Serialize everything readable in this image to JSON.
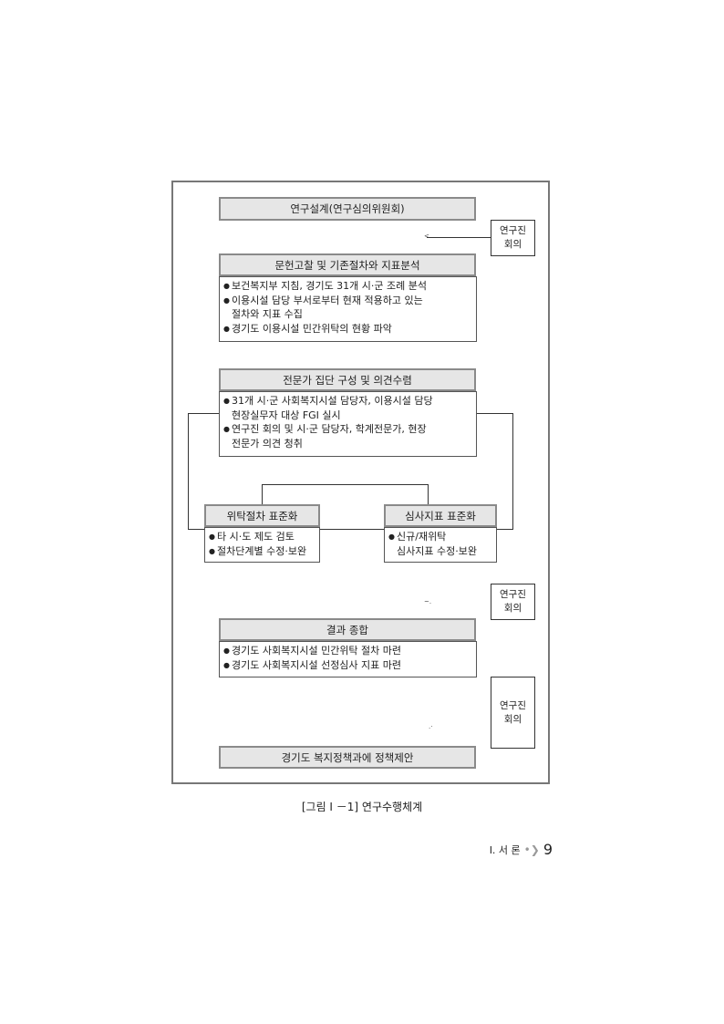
{
  "diagram": {
    "step1": {
      "title": "연구설계(연구심의위원회)"
    },
    "side1": {
      "label": "연구진\n회의"
    },
    "step2": {
      "title": "문헌고찰 및 기존절차와 지표분석",
      "items": [
        "보건복지부 지침, 경기도 31개 시·군 조례 분석",
        "이용시설 담당 부서로부터 현재 적용하고 있는\n절차와 지표 수집",
        "경기도 이용시설 민간위탁의 현황 파악"
      ]
    },
    "step3": {
      "title": "전문가 집단 구성 및 의견수렴",
      "items": [
        "31개 시·군 사회복지시설 담당자, 이용시설 담당\n현장실무자 대상 FGI 실시",
        "연구진 회의 및 시·군 담당자, 학계전문가, 현장\n전문가 의견 청취"
      ]
    },
    "step4a": {
      "title": "위탁절차 표준화",
      "items": [
        "타 시·도 제도 검토",
        "절차단계별 수정·보완"
      ]
    },
    "step4b": {
      "title": "심사지표 표준화",
      "items": [
        "신규/재위탁\n심사지표 수정·보완"
      ]
    },
    "side2": {
      "label": "연구진\n회의"
    },
    "step5": {
      "title": "결과 종합",
      "items": [
        "경기도 사회복지시설 민간위탁 절차 마련",
        "경기도 사회복지시설 선정심사 지표 마련"
      ]
    },
    "side3": {
      "label": "연구진\n회의"
    },
    "step6": {
      "title": "경기도 복지정책과에 정책제안"
    }
  },
  "caption": "[그림 Ⅰ －1] 연구수행체계",
  "footer": {
    "section": "Ⅰ. 서 론",
    "page": "9"
  }
}
